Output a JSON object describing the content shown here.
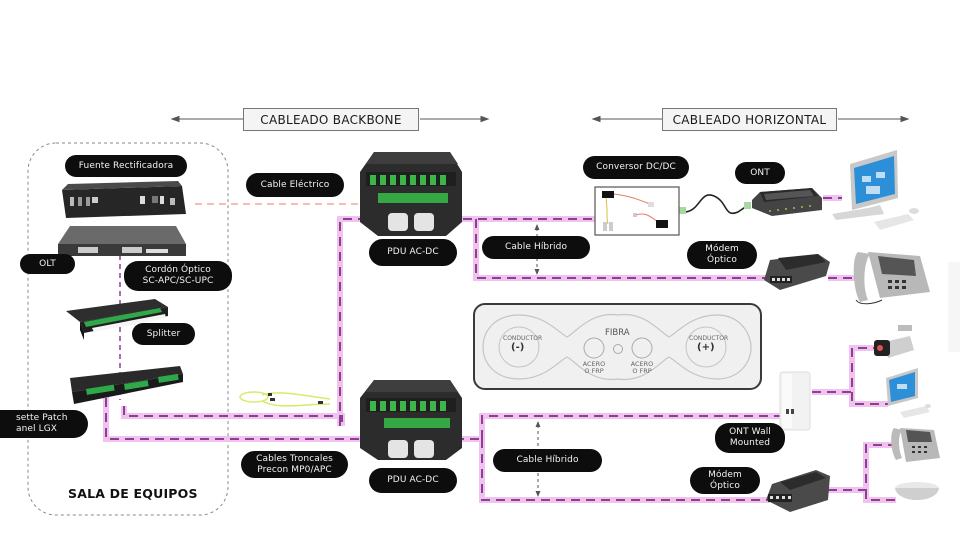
{
  "sections": {
    "backbone": "CABLEADO BACKBONE",
    "horizontal": "CABLEADO HORIZONTAL"
  },
  "room": {
    "title": "SALA DE EQUIPOS"
  },
  "labels": {
    "fuente": "Fuente Rectificadora",
    "olt": "OLT",
    "cordon": "Cordón Óptico\nSC-APC/SC-UPC",
    "splitter": "Splitter",
    "cassette": "sette Patch\nanel LGX",
    "cable_electrico": "Cable Eléctrico",
    "pdu_top": "PDU AC-DC",
    "pdu_bottom": "PDU AC-DC",
    "cable_hibrido_top": "Cable Híbrido",
    "cable_hibrido_bottom": "Cable Híbrido",
    "cables_troncales": "Cables Troncales\nPrecon MP0/APC",
    "conversor": "Conversor DC/DC",
    "ont": "ONT",
    "modem_top": "Módem\nÓptico",
    "ont_wall": "ONT Wall\nMounted",
    "modem_bottom": "Módem\nÓptico"
  },
  "fiber_cross_section": {
    "center": "FIBRA",
    "left_conductor_caption": "CONDUCTOR",
    "left_conductor_sign": "(-)",
    "right_conductor_caption": "CONDUCTOR",
    "right_conductor_sign": "(+)",
    "left_strength": "ACERO\nO FRP",
    "right_strength": "ACERO\nO FRP"
  },
  "devices": {
    "rectifier": "rectifier-icon",
    "olt": "olt-icon",
    "splitter": "splitter-tray-icon",
    "cassette": "patch-panel-icon",
    "trunk_cable": "fiber-trunk-cable-icon",
    "pdu_top": "pdu-icon",
    "pdu_bottom": "pdu-icon",
    "converter": "dc-dc-converter-icon",
    "ont": "ont-router-icon",
    "modem_top": "optical-modem-icon",
    "pc_top": "desktop-computer-icon",
    "phone_top": "ip-phone-icon",
    "ont_wall": "ont-wall-mounted-icon",
    "camera": "security-camera-icon",
    "pc_bottom": "desktop-computer-icon",
    "phone_bottom": "ip-phone-icon",
    "access_point": "access-point-icon",
    "modem_bottom": "optical-modem-icon"
  },
  "colors": {
    "hybrid_cable_halo": "#efc3ee",
    "hybrid_cable_dash": "#8e3f95",
    "electric_cable": "#f4a6a0",
    "pill_bg": "#0d0d0d",
    "fiber_green": "#2fa84a"
  }
}
